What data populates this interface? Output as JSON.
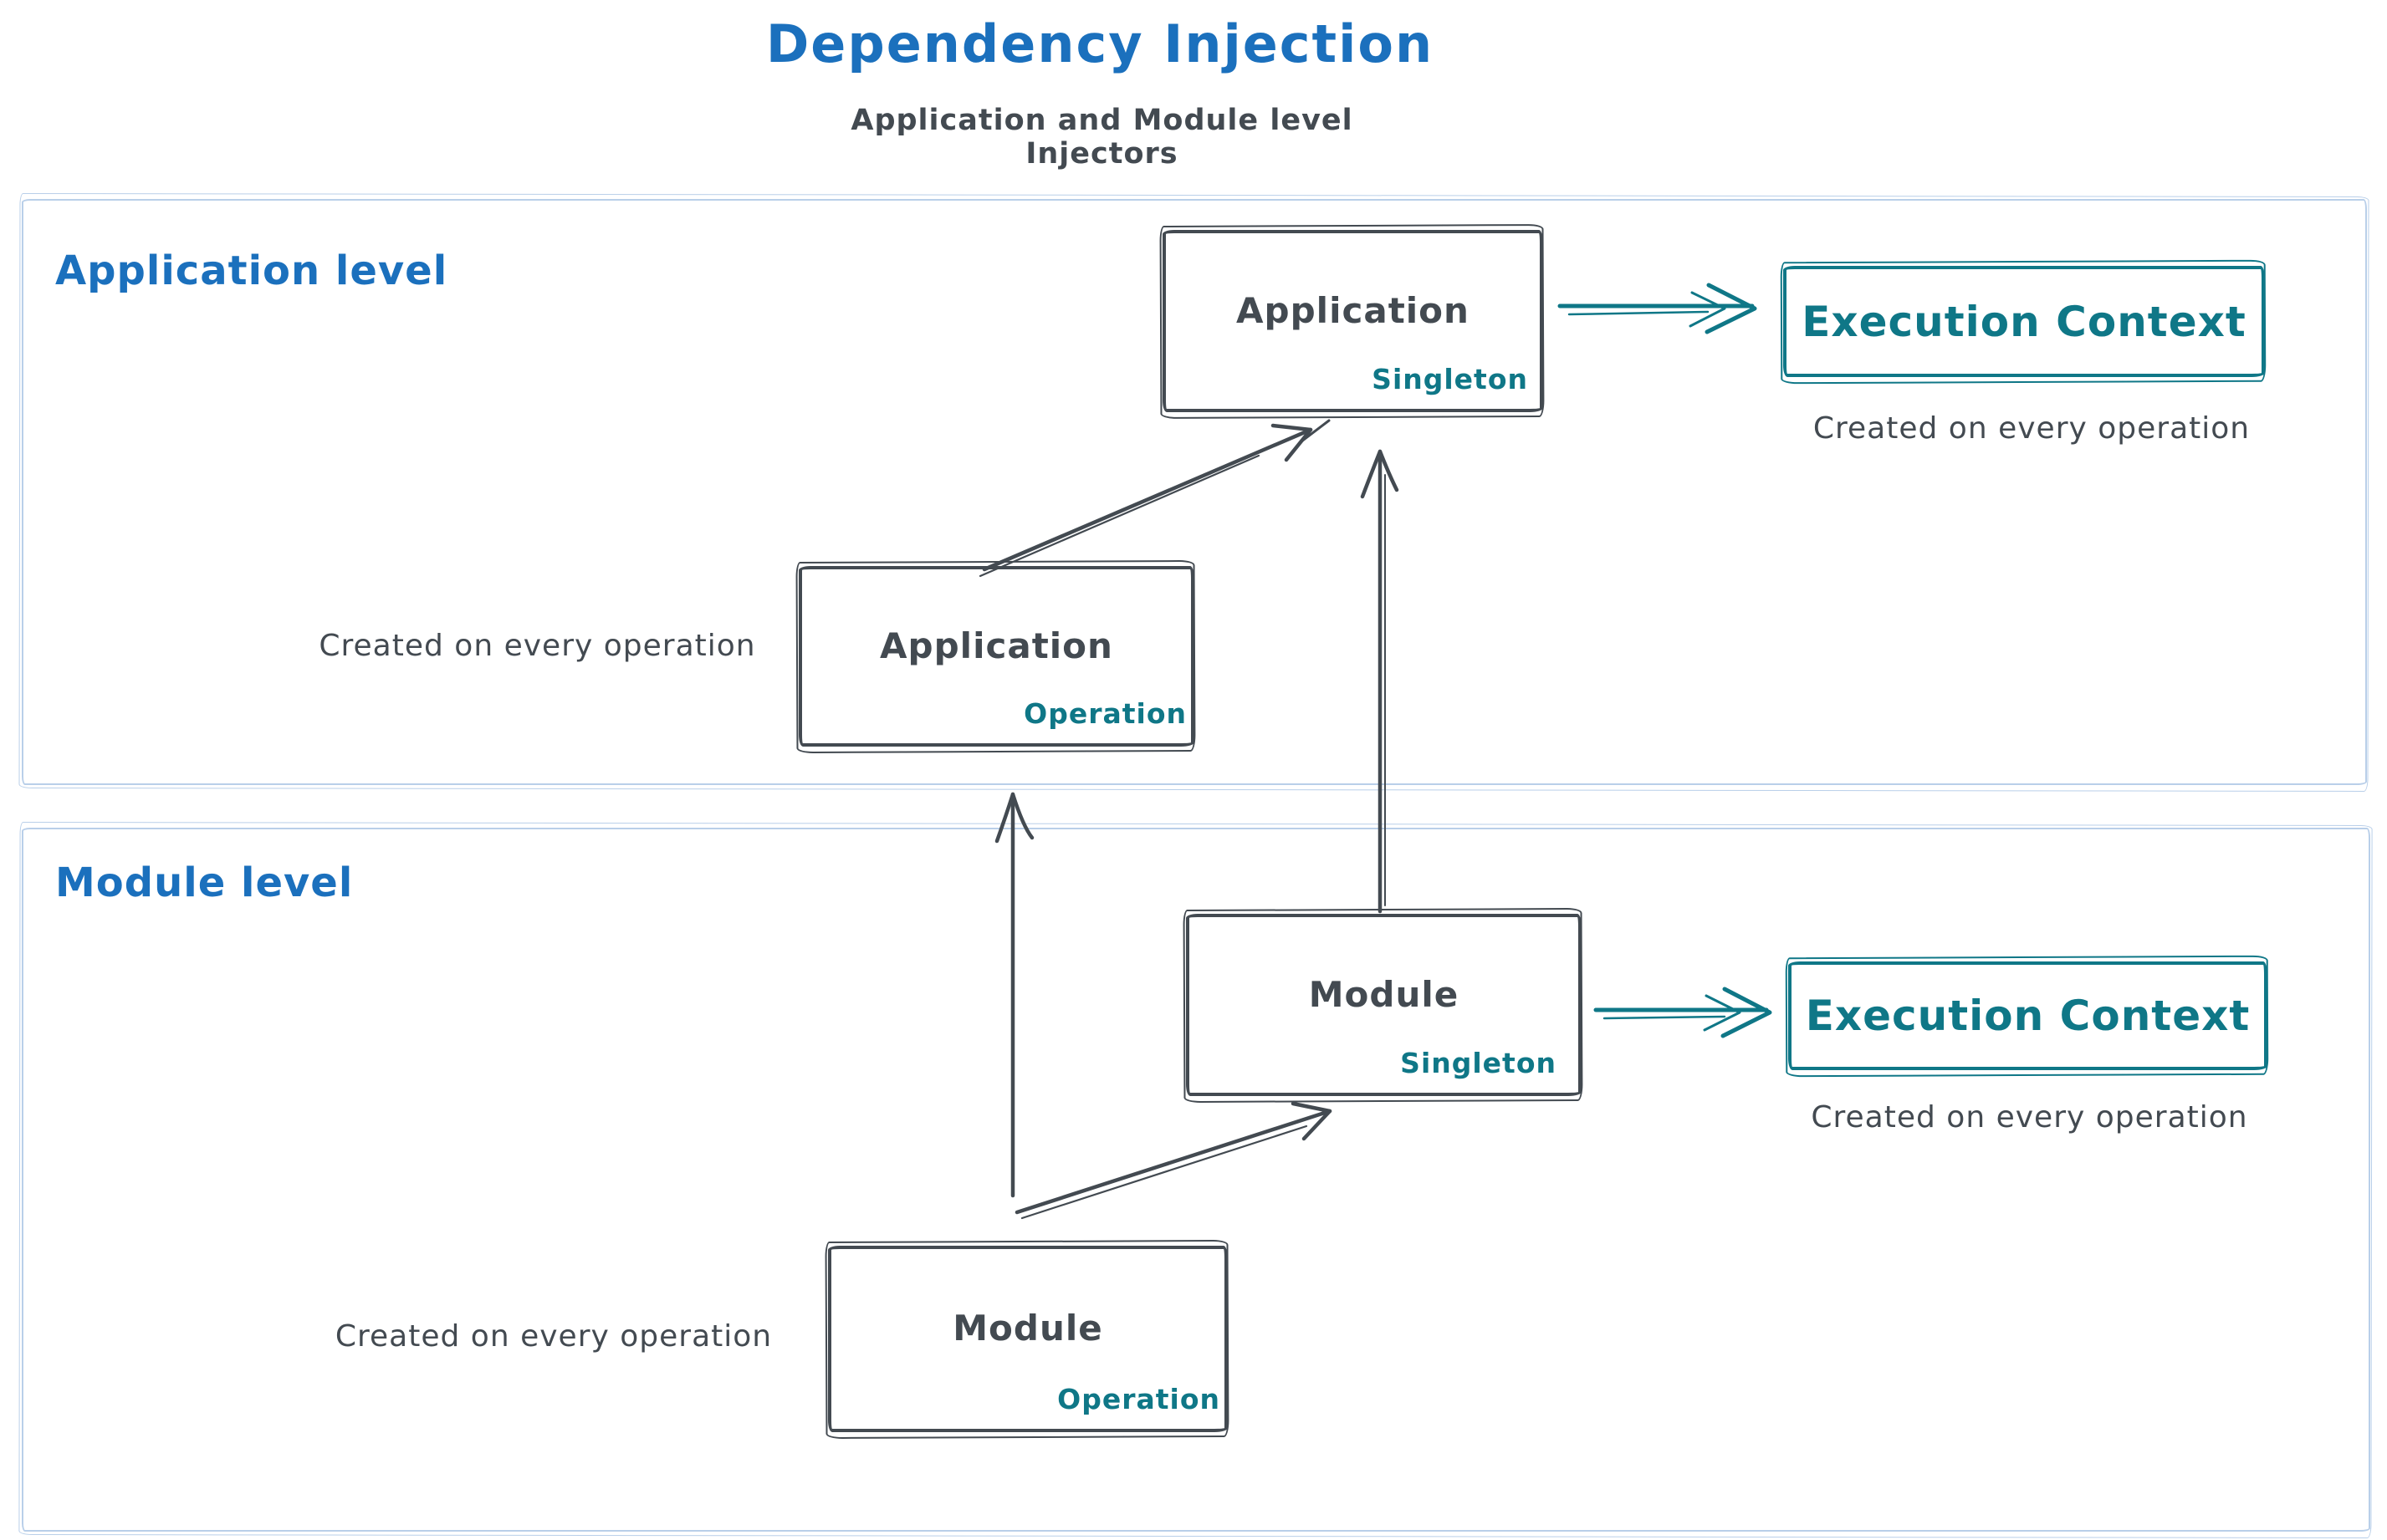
{
  "title": "Dependency Injection",
  "subtitle": "Application and Module level Injectors",
  "palette": {
    "blue": "#1b70bd",
    "ink": "#434a51",
    "teal": "#0f7787",
    "frame_blue": "#b9cfe9"
  },
  "application_level": {
    "label": "Application level",
    "singleton": {
      "name": "Application",
      "scope": "Singleton"
    },
    "operation": {
      "name": "Application",
      "scope": "Operation"
    },
    "operation_note": "Created on every operation",
    "execution_context": {
      "label": "Execution Context",
      "note": "Created on every operation"
    }
  },
  "module_level": {
    "label": "Module level",
    "singleton": {
      "name": "Module",
      "scope": "Singleton"
    },
    "operation": {
      "name": "Module",
      "scope": "Operation"
    },
    "operation_note": "Created on every operation",
    "execution_context": {
      "label": "Execution Context",
      "note": "Created on every operation"
    }
  }
}
